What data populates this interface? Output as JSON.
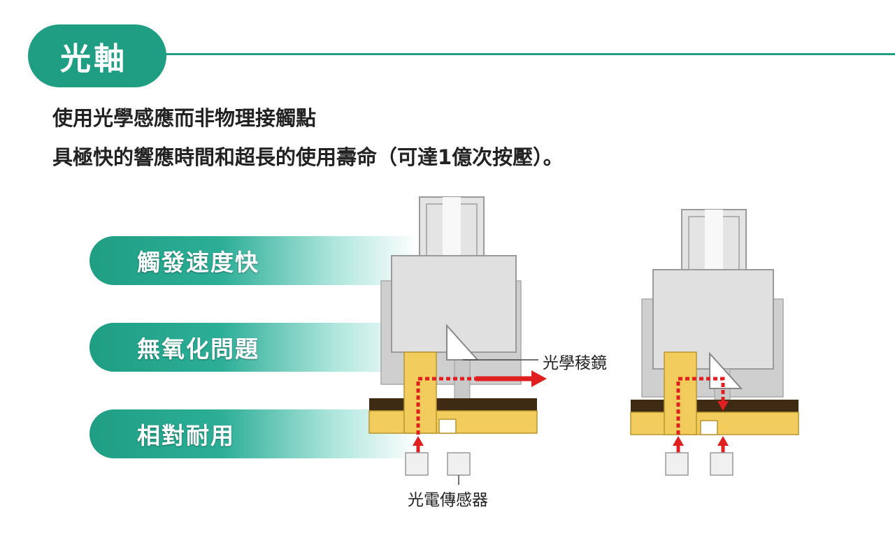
{
  "title": "光軸",
  "description": {
    "line1": "使用光學感應而非物理接觸點",
    "line2": "具極快的響應時間和超長的使用壽命（可達1億次按壓）。"
  },
  "features": [
    {
      "label": "觸發速度快"
    },
    {
      "label": "無氧化問題"
    },
    {
      "label": "相對耐用"
    }
  ],
  "diagram": {
    "prism_label": "光學稜鏡",
    "sensor_label": "光電傳感器",
    "colors": {
      "accent": "#1f9e83",
      "beam": "#e02020",
      "housing": "#d6d6d6",
      "stem": "#e9e9e9",
      "gold": "#f2cc5c",
      "base": "#3f2a14"
    }
  }
}
